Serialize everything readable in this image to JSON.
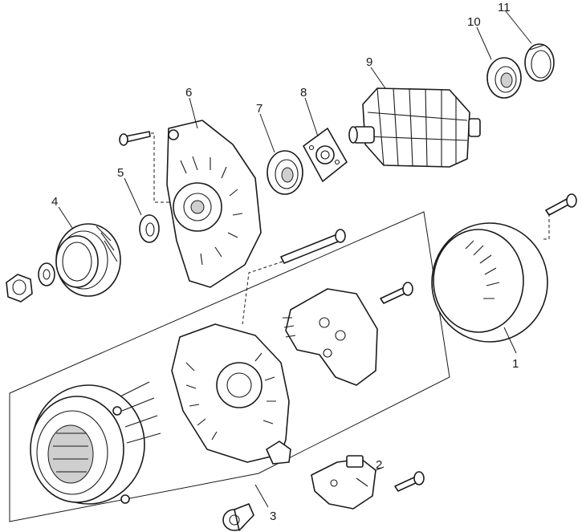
{
  "callouts": [
    "1",
    "2",
    "3",
    "4",
    "5",
    "6",
    "7",
    "8",
    "9",
    "10",
    "11"
  ],
  "parts": [
    {
      "id": "1"
    },
    {
      "id": "2"
    },
    {
      "id": "3"
    },
    {
      "id": "4"
    },
    {
      "id": "5"
    },
    {
      "id": "6"
    },
    {
      "id": "7"
    },
    {
      "id": "8"
    },
    {
      "id": "9"
    },
    {
      "id": "10"
    },
    {
      "id": "11"
    }
  ],
  "colors": {
    "line": "#1a1a1a",
    "background": "#ffffff",
    "shade": "#cfcfcf"
  }
}
